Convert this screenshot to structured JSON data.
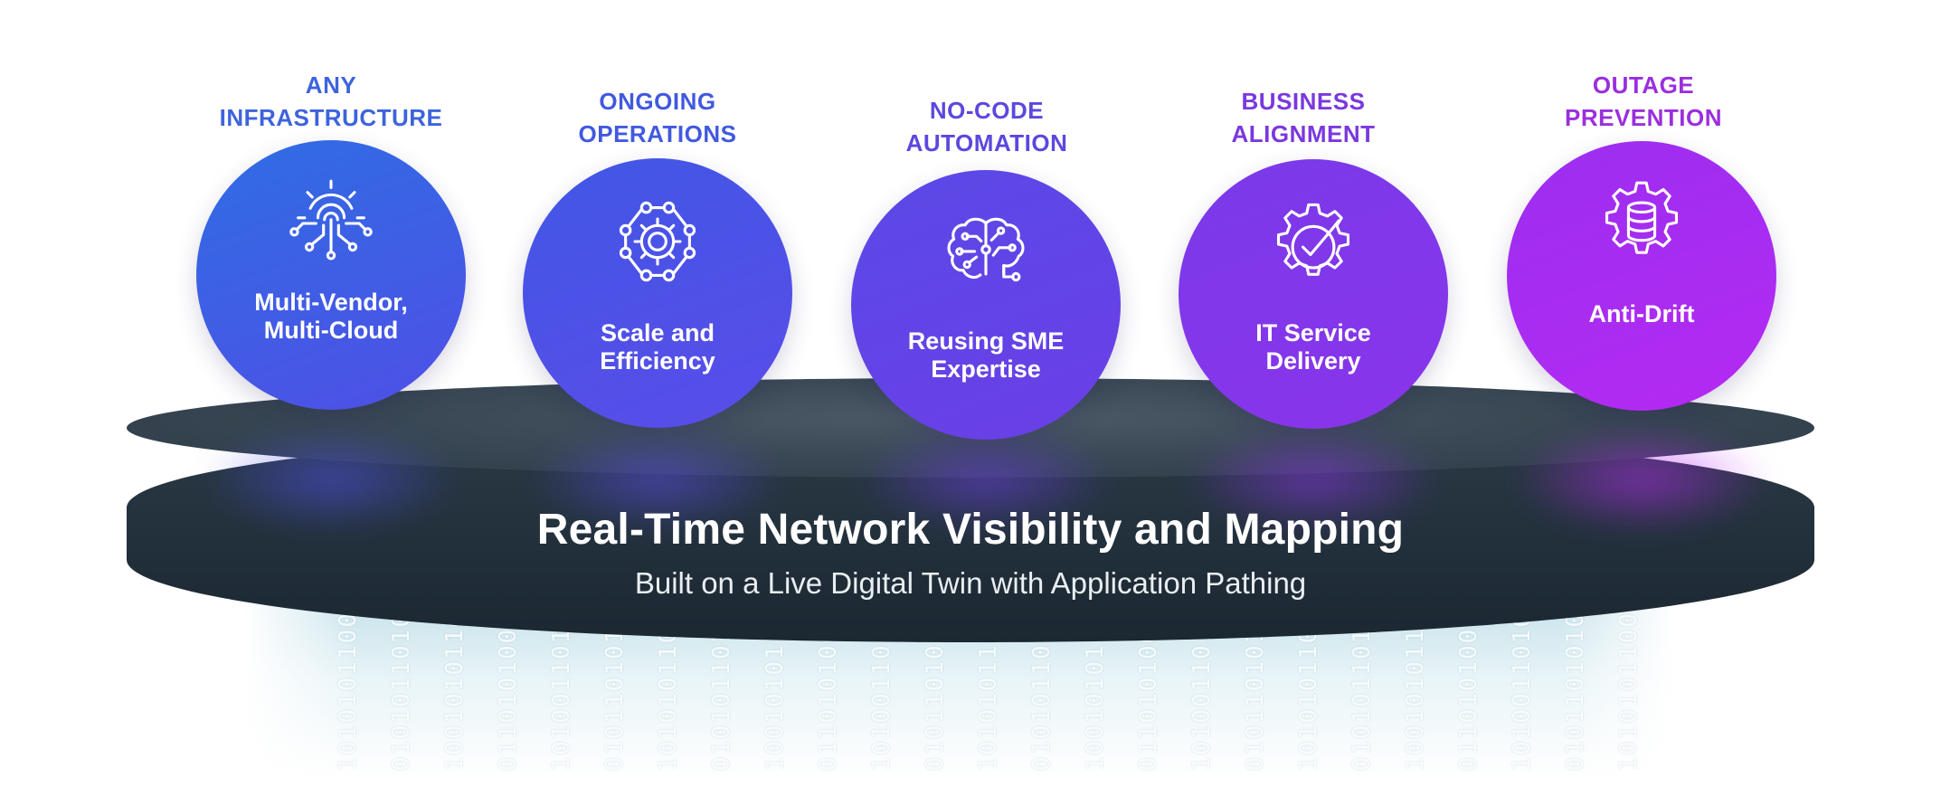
{
  "diagram": {
    "platform": {
      "title": "Real-Time Network Visibility and Mapping",
      "subtitle": "Built on a Live Digital Twin with Application Pathing"
    },
    "pillars": [
      {
        "heading_line1": "ANY",
        "heading_line2": "INFRASTRUCTURE",
        "label_line1": "Multi-Vendor,",
        "label_line2": "Multi-Cloud",
        "icon": "fingerprint-gear-icon",
        "color_from": "#2f6de3",
        "color_to": "#4f4fe6",
        "heading_color": "#3e63dc"
      },
      {
        "heading_line1": "ONGOING",
        "heading_line2": "OPERATIONS",
        "label_line1": "Scale and",
        "label_line2": "Efficiency",
        "icon": "gear-network-icon",
        "color_from": "#4157e6",
        "color_to": "#5a4ce8",
        "heading_color": "#4159df"
      },
      {
        "heading_line1": "NO-CODE",
        "heading_line2": "AUTOMATION",
        "label_line1": "Reusing SME",
        "label_line2": "Expertise",
        "icon": "brain-circuit-icon",
        "color_from": "#5a49e6",
        "color_to": "#6b3fe6",
        "heading_color": "#5b48df"
      },
      {
        "heading_line1": "BUSINESS",
        "heading_line2": "ALIGNMENT",
        "label_line1": "IT Service",
        "label_line2": "Delivery",
        "icon": "gear-check-icon",
        "color_from": "#7a3ae9",
        "color_to": "#8a34ea",
        "heading_color": "#7a38de"
      },
      {
        "heading_line1": "OUTAGE",
        "heading_line2": "PREVENTION",
        "label_line1": "Anti-Drift",
        "label_line2": "",
        "icon": "gear-database-icon",
        "color_from": "#9b2ef0",
        "color_to": "#b52af2",
        "heading_color": "#9a2fde"
      }
    ]
  }
}
